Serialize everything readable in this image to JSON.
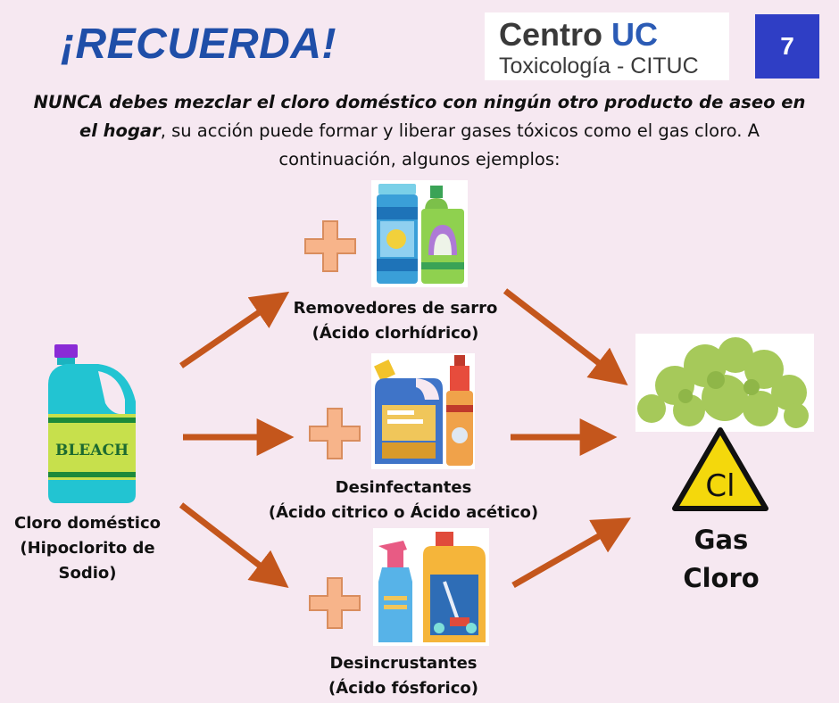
{
  "header": {
    "title": "¡RECUERDA!",
    "logo": {
      "line1_a": "Centro ",
      "line1_b": "UC",
      "line2": "Toxicología - CITUC"
    },
    "page_number": "7"
  },
  "intro": {
    "emphasis": "NUNCA debes mezclar el cloro doméstico con ningún otro producto de aseo en el hogar",
    "rest": ", su acción puede formar y liberar gases tóxicos como el gas cloro. A continuación, algunos ejemplos:"
  },
  "source": {
    "bottle_text": "BLEACH",
    "label_line1": "Cloro doméstico",
    "label_line2": "(Hipoclorito de",
    "label_line3": "Sodio)"
  },
  "products": [
    {
      "name": "Removedores de sarro",
      "acid": "(Ácido clorhídrico)"
    },
    {
      "name": "Desinfectantes",
      "acid": "(Ácido citrico o Ácido acético)"
    },
    {
      "name": "Desincrustantes",
      "acid": "(Ácido fósforico)"
    }
  ],
  "result": {
    "symbol": "Cl",
    "label_line1": "Gas",
    "label_line2": "Cloro"
  },
  "colors": {
    "title": "#1f4ea8",
    "arrow": "#c4561c",
    "plus": "#f7b48a",
    "page_badge": "#2f3ec5",
    "background": "#f6e8f1"
  }
}
